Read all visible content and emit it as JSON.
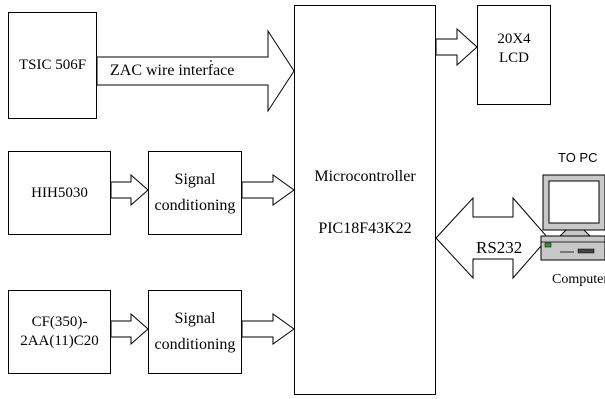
{
  "blocks": {
    "tsic": "TSIC 506F",
    "hih": "HIH5030",
    "cf_line1": "CF(350)-",
    "cf_line2": "2AA(11)C20",
    "signal1_line1": "Signal",
    "signal1_line2": "conditioning",
    "signal2_line1": "Signal",
    "signal2_line2": "conditioning",
    "mcu_line1": "Microcontroller",
    "mcu_line2": "PIC18F43K22",
    "lcd_line1": "20X4",
    "lcd_line2": "LCD"
  },
  "interfaces": {
    "zac": "ZAC wire interface",
    "rs232": "RS232"
  },
  "pc": {
    "to_pc": "TO PC",
    "computer": "Computer"
  }
}
